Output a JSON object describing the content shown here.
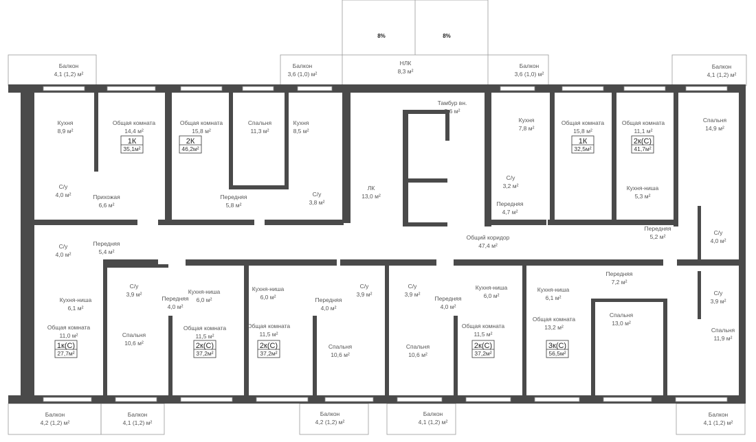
{
  "ramp": {
    "slope_left": "8%",
    "slope_right": "8%"
  },
  "rooms": [
    {
      "name": "Балкон",
      "area": "4,1 (1,2) м²"
    },
    {
      "name": "Балкон",
      "area": "3,6 (1,0) м²"
    },
    {
      "name": "НЛК",
      "area": "8,3 м²"
    },
    {
      "name": "Балкон",
      "area": "3,6 (1,0) м²"
    },
    {
      "name": "Балкон",
      "area": "4,1 (1,2) м²"
    },
    {
      "name": "Кухня",
      "area": "8,9 м²"
    },
    {
      "name": "Общая комната",
      "area": "14,4 м²"
    },
    {
      "name": "Общая комната",
      "area": "15,8 м²"
    },
    {
      "name": "Спальня",
      "area": "11,3 м²"
    },
    {
      "name": "Кухня",
      "area": "8,5 м²"
    },
    {
      "name": "Тамбур вн.",
      "area": "5,6 м²"
    },
    {
      "name": "Кухня",
      "area": "7,8 м²"
    },
    {
      "name": "Общая комната",
      "area": "15,8 м²"
    },
    {
      "name": "Общая комната",
      "area": "11,1 м²"
    },
    {
      "name": "Спальня",
      "area": "14,9 м²"
    },
    {
      "name": "С/у",
      "area": "4,0 м²"
    },
    {
      "name": "Прихожая",
      "area": "6,6 м²"
    },
    {
      "name": "Передняя",
      "area": "5,8 м²"
    },
    {
      "name": "С/у",
      "area": "3,8 м²"
    },
    {
      "name": "ЛК",
      "area": "13,0 м²"
    },
    {
      "name": "С/у",
      "area": "3,2 м²"
    },
    {
      "name": "Кухня-ниша",
      "area": "5,3 м²"
    },
    {
      "name": "Передняя",
      "area": "4,7 м²"
    },
    {
      "name": "Передняя",
      "area": "5,2 м²"
    },
    {
      "name": "С/у",
      "area": "4,0 м²"
    },
    {
      "name": "Общий коридор",
      "area": "47,4 м²"
    },
    {
      "name": "С/у",
      "area": "4,0 м²"
    },
    {
      "name": "Передняя",
      "area": "5,4 м²"
    },
    {
      "name": "Передняя",
      "area": "7,2 м²"
    },
    {
      "name": "С/у",
      "area": "3,9 м²"
    },
    {
      "name": "Передняя",
      "area": "4,0 м²"
    },
    {
      "name": "Кухня-ниша",
      "area": "6,0 м²"
    },
    {
      "name": "Кухня-ниша",
      "area": "6,0 м²"
    },
    {
      "name": "С/у",
      "area": "3,9 м²"
    },
    {
      "name": "С/у",
      "area": "3,9 м²"
    },
    {
      "name": "Передняя",
      "area": "4,0 м²"
    },
    {
      "name": "Передняя",
      "area": "4,0 м²"
    },
    {
      "name": "Кухня-ниша",
      "area": "6,0 м²"
    },
    {
      "name": "Кухня-ниша",
      "area": "6,1 м²"
    },
    {
      "name": "С/у",
      "area": "3,9 м²"
    },
    {
      "name": "Кухня-ниша",
      "area": "6,1 м²"
    },
    {
      "name": "Общая комната",
      "area": "11,0 м²"
    },
    {
      "name": "Спальня",
      "area": "10,6 м²"
    },
    {
      "name": "Общая комната",
      "area": "11,5 м²"
    },
    {
      "name": "Общая комната",
      "area": "11,5 м²"
    },
    {
      "name": "Спальня",
      "area": "10,6 м²"
    },
    {
      "name": "Спальня",
      "area": "10,6 м²"
    },
    {
      "name": "Общая комната",
      "area": "11,5 м²"
    },
    {
      "name": "Общая комната",
      "area": "13,2 м²"
    },
    {
      "name": "Спальня",
      "area": "13,0 м²"
    },
    {
      "name": "Спальня",
      "area": "11,9 м²"
    },
    {
      "name": "Балкон",
      "area": "4,2 (1,2) м²"
    },
    {
      "name": "Балкон",
      "area": "4,1 (1,2) м²"
    },
    {
      "name": "Балкон",
      "area": "4,2 (1,2) м²"
    },
    {
      "name": "Балкон",
      "area": "4,1 (1,2) м²"
    },
    {
      "name": "Балкон",
      "area": "4,1 (1,2) м²"
    }
  ],
  "apartments": [
    {
      "type": "1К",
      "area": "35,1м²"
    },
    {
      "type": "2К",
      "area": "46,2м²"
    },
    {
      "type": "1К",
      "area": "32,5м²"
    },
    {
      "type": "2к(С)",
      "area": "41,7м²"
    },
    {
      "type": "1к(С)",
      "area": "27,7м²"
    },
    {
      "type": "2к(С)",
      "area": "37,2м²"
    },
    {
      "type": "2к(С)",
      "area": "37,2м²"
    },
    {
      "type": "2к(С)",
      "area": "37,2м²"
    },
    {
      "type": "3к(С)",
      "area": "56,5м²"
    }
  ]
}
